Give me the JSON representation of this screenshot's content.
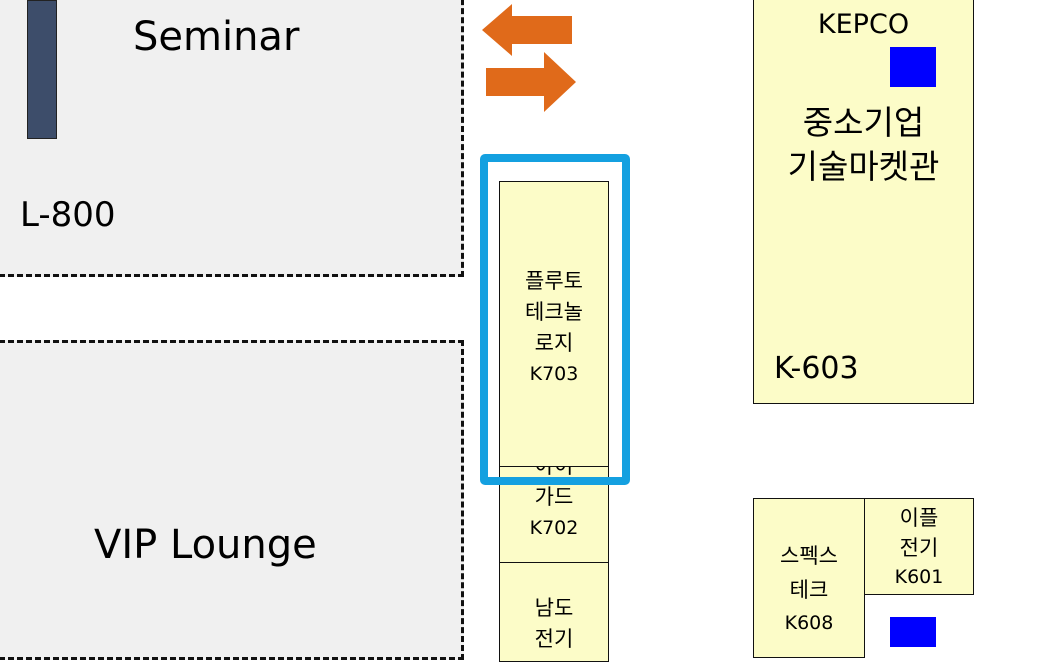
{
  "zones": {
    "seminar": {
      "name": "Seminar",
      "code": "L-800"
    },
    "vip": {
      "name": "VIP Lounge"
    }
  },
  "kepco_hall": {
    "brand": "KEPCO",
    "name_line1": "중소기업",
    "name_line2": "기술마켓관",
    "code": "K-603"
  },
  "booths": {
    "k703": {
      "l1": "플루토",
      "l2": "테크놀",
      "l3": "로지",
      "code": "K703"
    },
    "k702": {
      "l1": "아이",
      "l2": "가드",
      "code": "K702"
    },
    "namdo": {
      "l1": "남도",
      "l2": "전기"
    },
    "k608": {
      "l1": "스펙스",
      "l2": "테크",
      "code": "K608"
    },
    "k601": {
      "l1": "이플",
      "l2": "전기",
      "code": "K601"
    }
  },
  "colors": {
    "booth_fill": "#fcfcc8",
    "zone_fill": "#f0f0f0",
    "highlight": "#14a0e0",
    "arrow": "#e06a1a",
    "marker": "#0000ff",
    "pillar": "#3d4d6a"
  },
  "icons": [
    "left-arrow-icon",
    "right-arrow-icon"
  ]
}
